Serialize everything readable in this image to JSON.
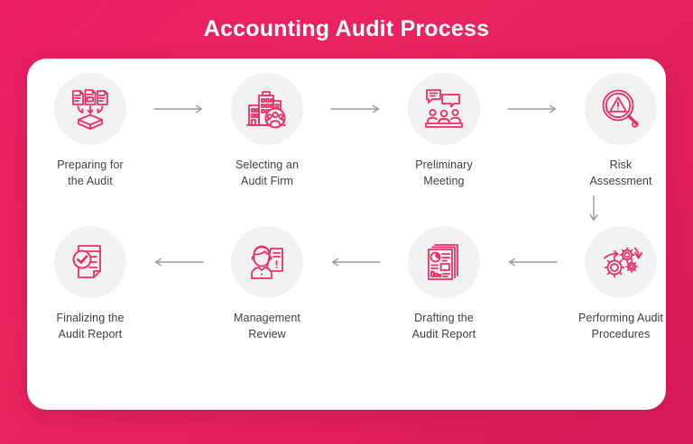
{
  "header": {
    "title": "Accounting Audit Process"
  },
  "colors": {
    "background_pink": "#e5215e",
    "card_white": "#ffffff",
    "icon_pink": "#ec2f63",
    "circle_gray": "#f2f2f2",
    "label_text": "#3b3f45",
    "arrow_gray": "#9a9a9a"
  },
  "flow": {
    "row1": {
      "steps": [
        {
          "id": "preparing-for-the-audit",
          "label": "Preparing for\nthe Audit",
          "icon": "documents-into-tray-icon"
        },
        {
          "id": "selecting-an-audit-firm",
          "label": "Selecting an\nAudit Firm",
          "icon": "office-buildings-team-icon"
        },
        {
          "id": "preliminary-meeting",
          "label": "Preliminary\nMeeting",
          "icon": "meeting-people-speech-bubbles-icon"
        },
        {
          "id": "risk-assessment",
          "label": "Risk\nAssessment",
          "icon": "magnifier-warning-triangle-icon"
        }
      ],
      "arrows": [
        "arrow-right",
        "arrow-right",
        "arrow-right"
      ]
    },
    "row2": {
      "steps": [
        {
          "id": "finalizing-the-audit-report",
          "label": "Finalizing the\nAudit Report",
          "icon": "document-check-icon"
        },
        {
          "id": "management-review",
          "label": "Management\nReview",
          "icon": "person-review-document-icon"
        },
        {
          "id": "drafting-the-audit-report",
          "label": "Drafting the\nAudit Report",
          "icon": "report-charts-icon"
        },
        {
          "id": "performing-audit-procedures",
          "label": "Performing Audit\nProcedures",
          "icon": "gears-process-icon"
        }
      ],
      "arrows": [
        "arrow-left",
        "arrow-left",
        "arrow-left"
      ]
    },
    "vertical_arrow": "arrow-down"
  }
}
